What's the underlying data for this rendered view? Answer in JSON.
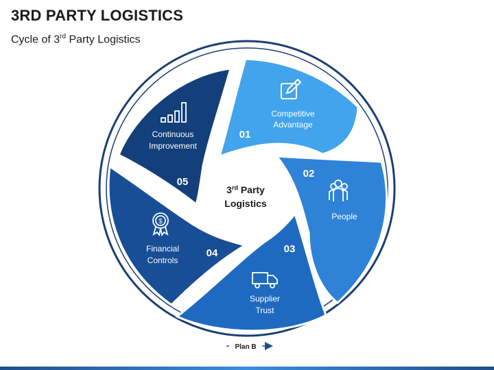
{
  "header": {
    "title": "3RD PARTY LOGISTICS",
    "subtitle_pre": "Cycle of 3",
    "subtitle_sup": "rd",
    "subtitle_post": " Party Logistics"
  },
  "center": {
    "line1_pre": "3",
    "line1_sup": "rd",
    "line1_post": " Party",
    "line2": "Logistics"
  },
  "segments": [
    {
      "number": "01",
      "label_1": "Competitive",
      "label_2": "Advantage",
      "icon": "edit-icon",
      "color": "#41a4ec"
    },
    {
      "number": "02",
      "label_1": "People",
      "label_2": "",
      "icon": "people-icon",
      "color": "#2f83d7"
    },
    {
      "number": "03",
      "label_1": "Supplier",
      "label_2": "Trust",
      "icon": "truck-icon",
      "color": "#1e6ac0"
    },
    {
      "number": "04",
      "label_1": "Financial",
      "label_2": "Controls",
      "icon": "award-icon",
      "color": "#174e95"
    },
    {
      "number": "05",
      "label_1": "Continuous",
      "label_2": "Improvement",
      "icon": "bar-chart-icon",
      "color": "#133f7a"
    }
  ],
  "footer_label": "Plan B"
}
